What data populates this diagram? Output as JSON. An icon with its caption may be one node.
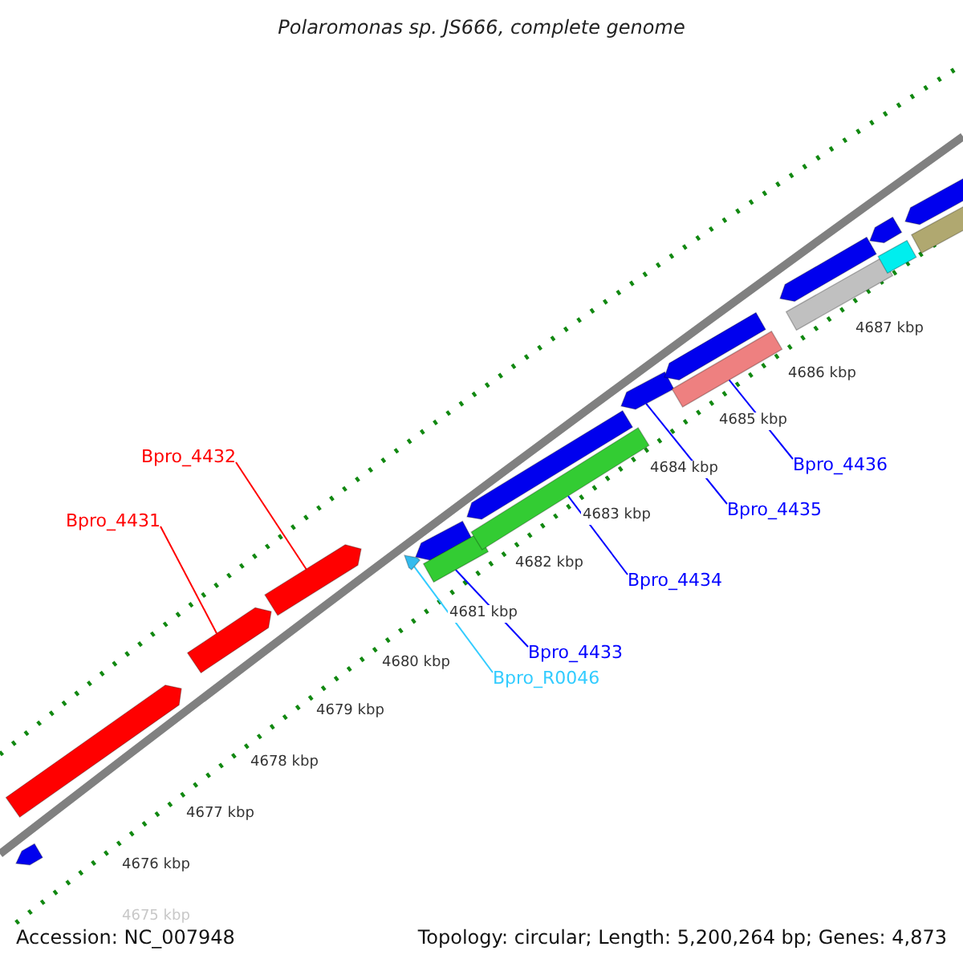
{
  "diagram": {
    "title": "Polaromonas sp. JS666, complete genome",
    "nodes": [
      {
        "text": [
          "Bpro_4432"
        ]
      },
      {
        "text": [
          "Bpro_4436"
        ]
      },
      {
        "text": [
          "Bpro_4435"
        ]
      },
      {
        "text": [
          "Bpro_4431"
        ]
      },
      {
        "text": [
          "Bpro_4434"
        ]
      },
      {
        "text": [
          "Bpro_4433"
        ]
      },
      {
        "text": [
          "Bpro_R0046"
        ]
      },
      {
        "text": [],
        "shape": "bar"
      },
      {
        "text": [],
        "shape": "bar"
      },
      {
        "text": [],
        "shape": "bar"
      },
      {
        "text": [],
        "shape": "bar"
      },
      {
        "text": [],
        "shape": "bar"
      },
      {
        "text": [],
        "shape": "bar"
      },
      {
        "text": [],
        "shape": "bar"
      },
      {
        "text": [],
        "shape": "bar"
      },
      {
        "text": [],
        "shape": "bar"
      },
      {
        "text": [],
        "shape": "bar"
      },
      {
        "text": [],
        "shape": "bar"
      },
      {
        "text": [],
        "shape": "bar"
      },
      {
        "text": [],
        "shape": "bar"
      },
      {
        "text": [],
        "shape": "bar"
      },
      {
        "text": [],
        "shape": "bar"
      },
      {
        "text": [],
        "shape": "bar"
      },
      {
        "text": [],
        "shape": "bar"
      },
      {
        "text": [],
        "shape": "bar"
      }
    ],
    "edges": [
      {
        "from": 0,
        "to": 10,
        "arrow": "none",
        "color": "#ff0000"
      },
      {
        "from": 1,
        "to": 18,
        "arrow": "none"
      },
      {
        "from": 2,
        "to": 16,
        "arrow": "none"
      },
      {
        "from": 3,
        "to": 9,
        "arrow": "none",
        "color": "#ff0000"
      },
      {
        "from": 4,
        "to": 15,
        "arrow": "none"
      },
      {
        "from": 5,
        "to": 13,
        "arrow": "none"
      },
      {
        "from": 6,
        "to": 11,
        "arrow": "none",
        "color": "#33ccff"
      }
    ],
    "labels": [
      "4687 kbp",
      "4686 kbp",
      "4685 kbp",
      "4684 kbp",
      "4683 kbp",
      "4682 kbp",
      "4681 kbp",
      "4680 kbp",
      "4679 kbp",
      "4678 kbp",
      "4677 kbp",
      "4676 kbp",
      "4675 kbp",
      "Accession: NC_007948",
      "Topology: circular; Length: 5,200,264 bp; Genes: 4,873"
    ]
  }
}
